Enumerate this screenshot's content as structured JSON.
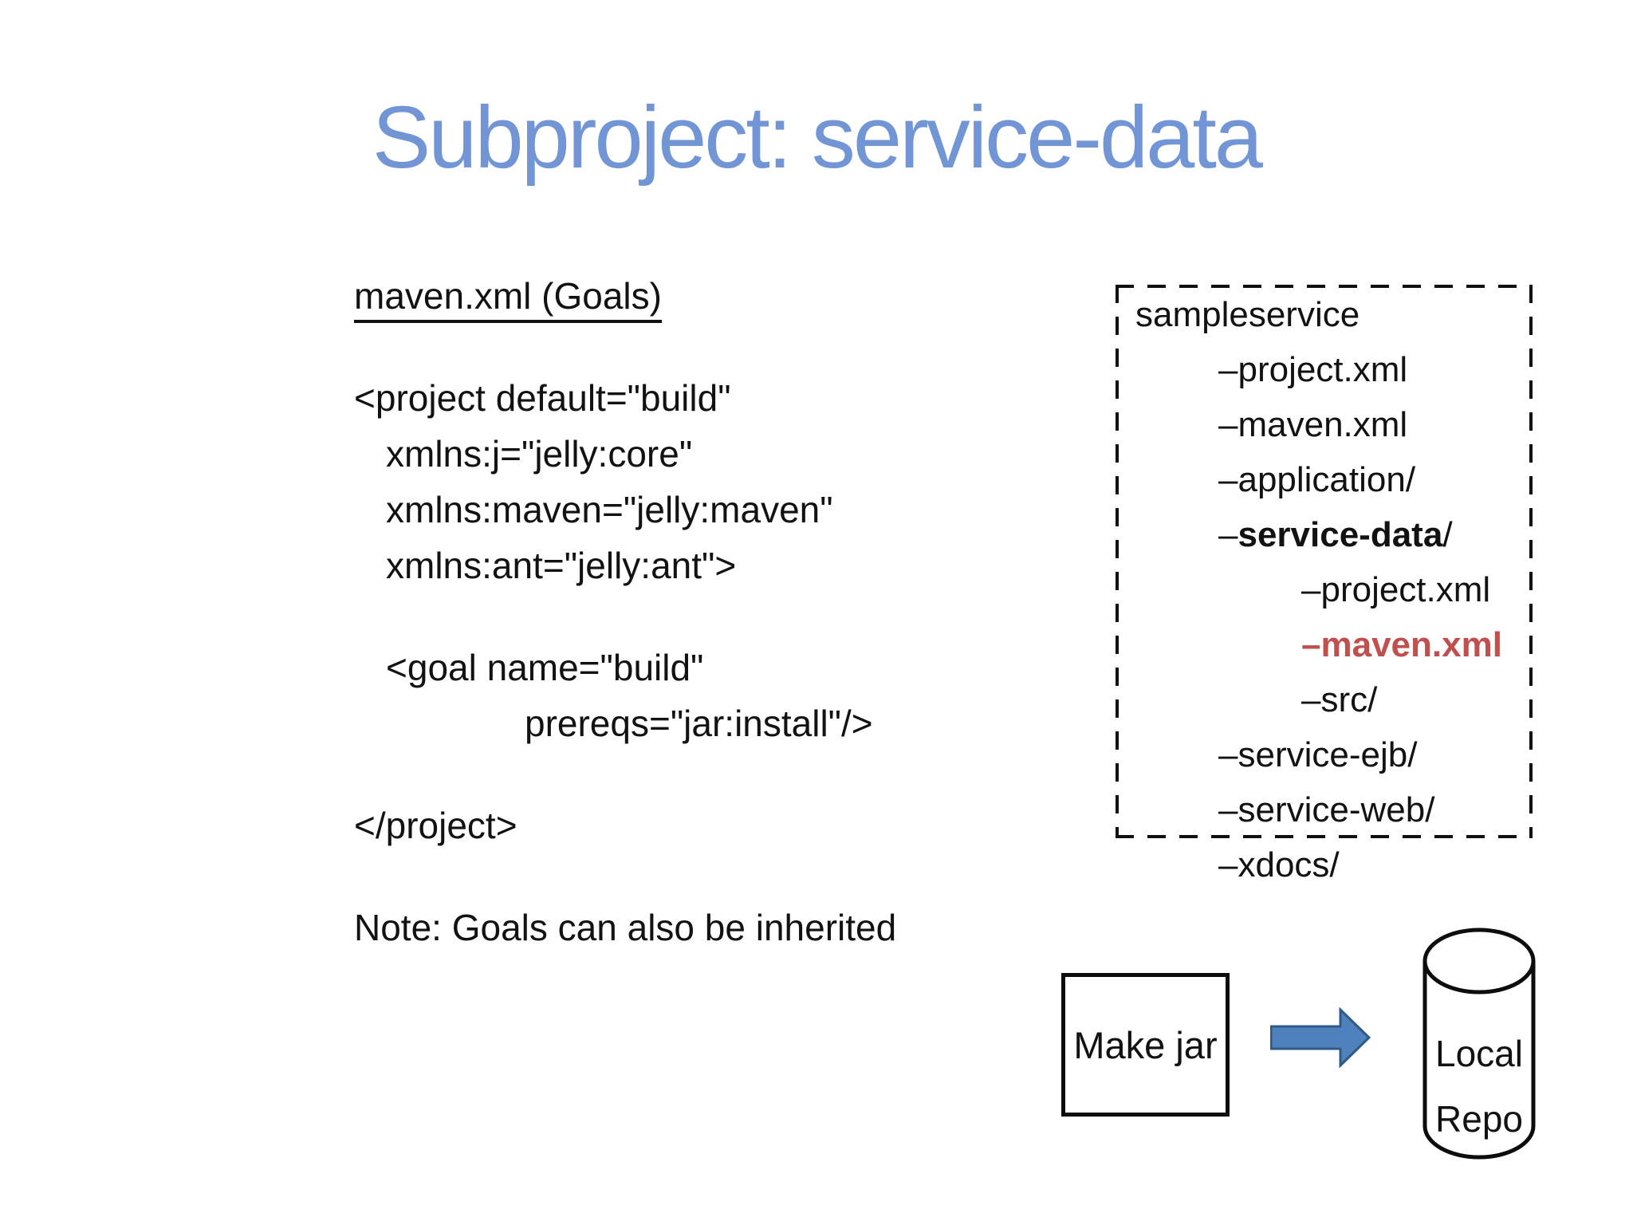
{
  "slide": {
    "title": "Subproject: service-data"
  },
  "colors": {
    "title_blue": "#7295d5",
    "highlight_red": "#c0504d",
    "arrow_fill": "#4f81bd",
    "arrow_stroke": "#305a86"
  },
  "code": {
    "heading": "maven.xml (Goals)",
    "lines": [
      "<project default=\"build\"",
      "xmlns:j=\"jelly:core\"",
      "xmlns:maven=\"jelly:maven\"",
      "xmlns:ant=\"jelly:ant\">",
      "<goal name=\"build\"",
      "prereqs=\"jar:install\"/>",
      "</project>"
    ],
    "note": "Note: Goals can also be inherited"
  },
  "tree": {
    "root": "sampleservice",
    "items": [
      {
        "pre": "–project.xml",
        "bold": "",
        "post": ""
      },
      {
        "pre": "–maven.xml",
        "bold": "",
        "post": ""
      },
      {
        "pre": "–application/",
        "bold": "",
        "post": ""
      },
      {
        "pre": "–",
        "bold": "service-data",
        "post": "/"
      },
      {
        "pre": "–project.xml",
        "bold": "",
        "post": ""
      },
      {
        "pre": "–maven.xml",
        "bold": "",
        "post": ""
      },
      {
        "pre": "–src/",
        "bold": "",
        "post": ""
      },
      {
        "pre": "–service-ejb/",
        "bold": "",
        "post": ""
      },
      {
        "pre": "–service-web/",
        "bold": "",
        "post": ""
      },
      {
        "pre": "–xdocs/",
        "bold": "",
        "post": ""
      }
    ]
  },
  "diagram": {
    "make_jar": "Make jar",
    "repo_line1": "Local",
    "repo_line2": "Repo"
  }
}
